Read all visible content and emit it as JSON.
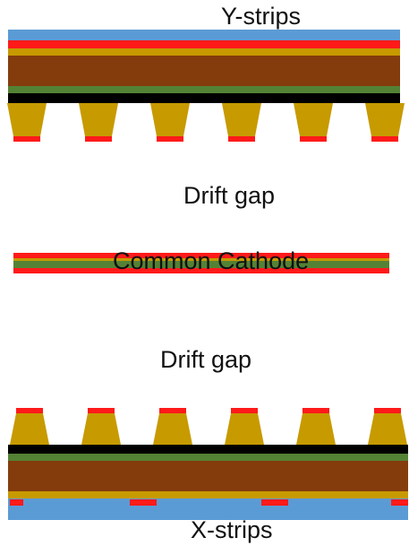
{
  "labels": {
    "top_strips": "Y-strips",
    "drift_gap_top": "Drift gap",
    "cathode": "Common Cathode",
    "drift_gap_bottom": "Drift gap",
    "bottom_strips": "X-strips"
  },
  "colors": {
    "strip_blue": "#5b9bd5",
    "strip_red": "#ff1a1a",
    "gold": "#c79a00",
    "board_brown": "#843c0c",
    "green": "#548235",
    "black": "#000000"
  },
  "counts": {
    "top_pillars": 6,
    "bottom_pillars": 6,
    "bottom_strip_pads": 4
  }
}
